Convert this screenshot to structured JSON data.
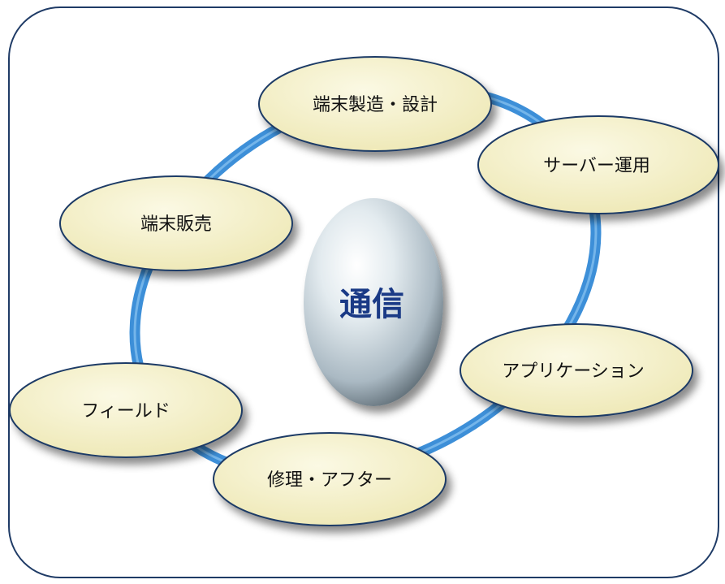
{
  "center": {
    "label": "通信"
  },
  "nodes": [
    {
      "id": "manufacturing",
      "label": "端末製造・設計"
    },
    {
      "id": "server",
      "label": "サーバー運用"
    },
    {
      "id": "application",
      "label": "アプリケーション"
    },
    {
      "id": "repair",
      "label": "修理・アフター"
    },
    {
      "id": "field",
      "label": "フィールド"
    },
    {
      "id": "sales",
      "label": "端末販売"
    }
  ],
  "colors": {
    "ring": "#3d8fd8",
    "ellipse_fill": "#f4f0c6",
    "panel_border": "#1f3b66",
    "center_text": "#1a3a86"
  }
}
